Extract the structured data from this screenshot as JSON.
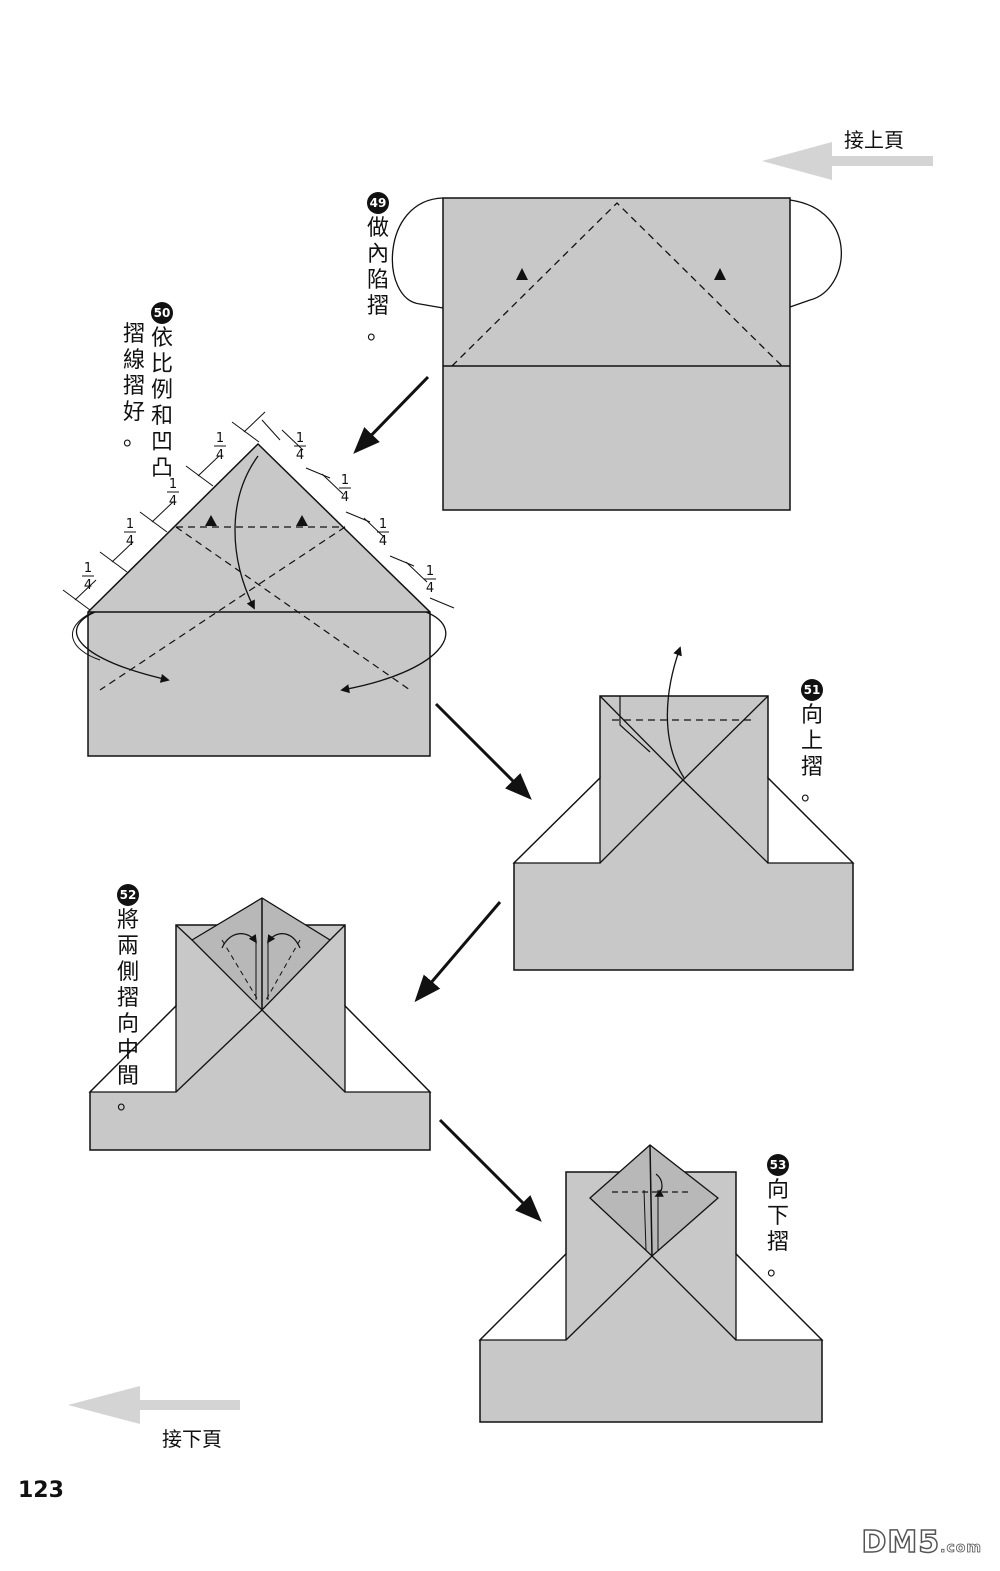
{
  "nav": {
    "prev_page_label": "接上頁",
    "next_page_label": "接下頁"
  },
  "page_number": "123",
  "steps": [
    {
      "number": "49",
      "text": "做內陷摺。"
    },
    {
      "number": "50",
      "text": "依比例和凹凸摺線摺好。",
      "fraction": "1/4"
    },
    {
      "number": "51",
      "text": "向上摺。"
    },
    {
      "number": "52",
      "text": "將兩側摺向中間。"
    },
    {
      "number": "53",
      "text": "向下摺。"
    }
  ],
  "watermark": {
    "main": "DM5",
    "suffix": ".com"
  },
  "colors": {
    "paper_gray": "#c8c8c8",
    "line": "#111111",
    "arrow_gray": "#d4d4d4"
  }
}
